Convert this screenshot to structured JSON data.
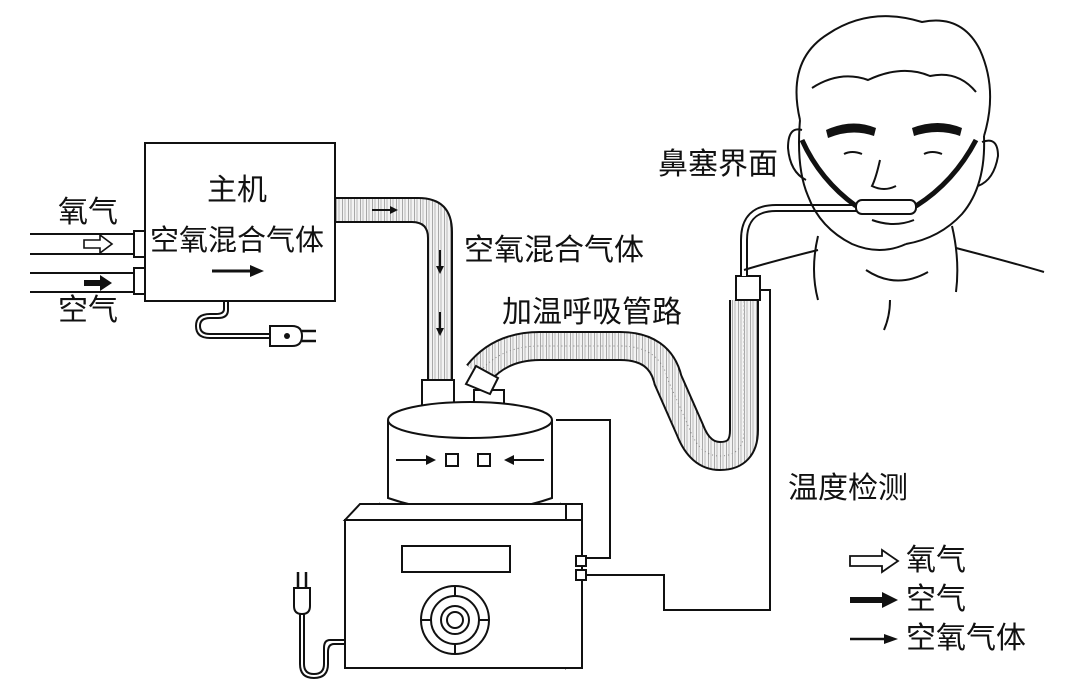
{
  "labels": {
    "oxygen_in": "氧气",
    "air_in": "空气",
    "host_title": "主机",
    "host_mix": "空氧混合气体",
    "mixed_gas": "空氧混合气体",
    "heated_circuit": "加温呼吸管路",
    "nasal_interface": "鼻塞界面",
    "temp_detect": "温度检测"
  },
  "legend": {
    "oxygen": "氧气",
    "air": "空气",
    "mixed": "空氧气体"
  },
  "icons": {
    "oxygen_arrow": "hollow-arrow-icon",
    "air_arrow": "bold-arrow-icon",
    "mixed_arrow": "thin-arrow-icon"
  }
}
